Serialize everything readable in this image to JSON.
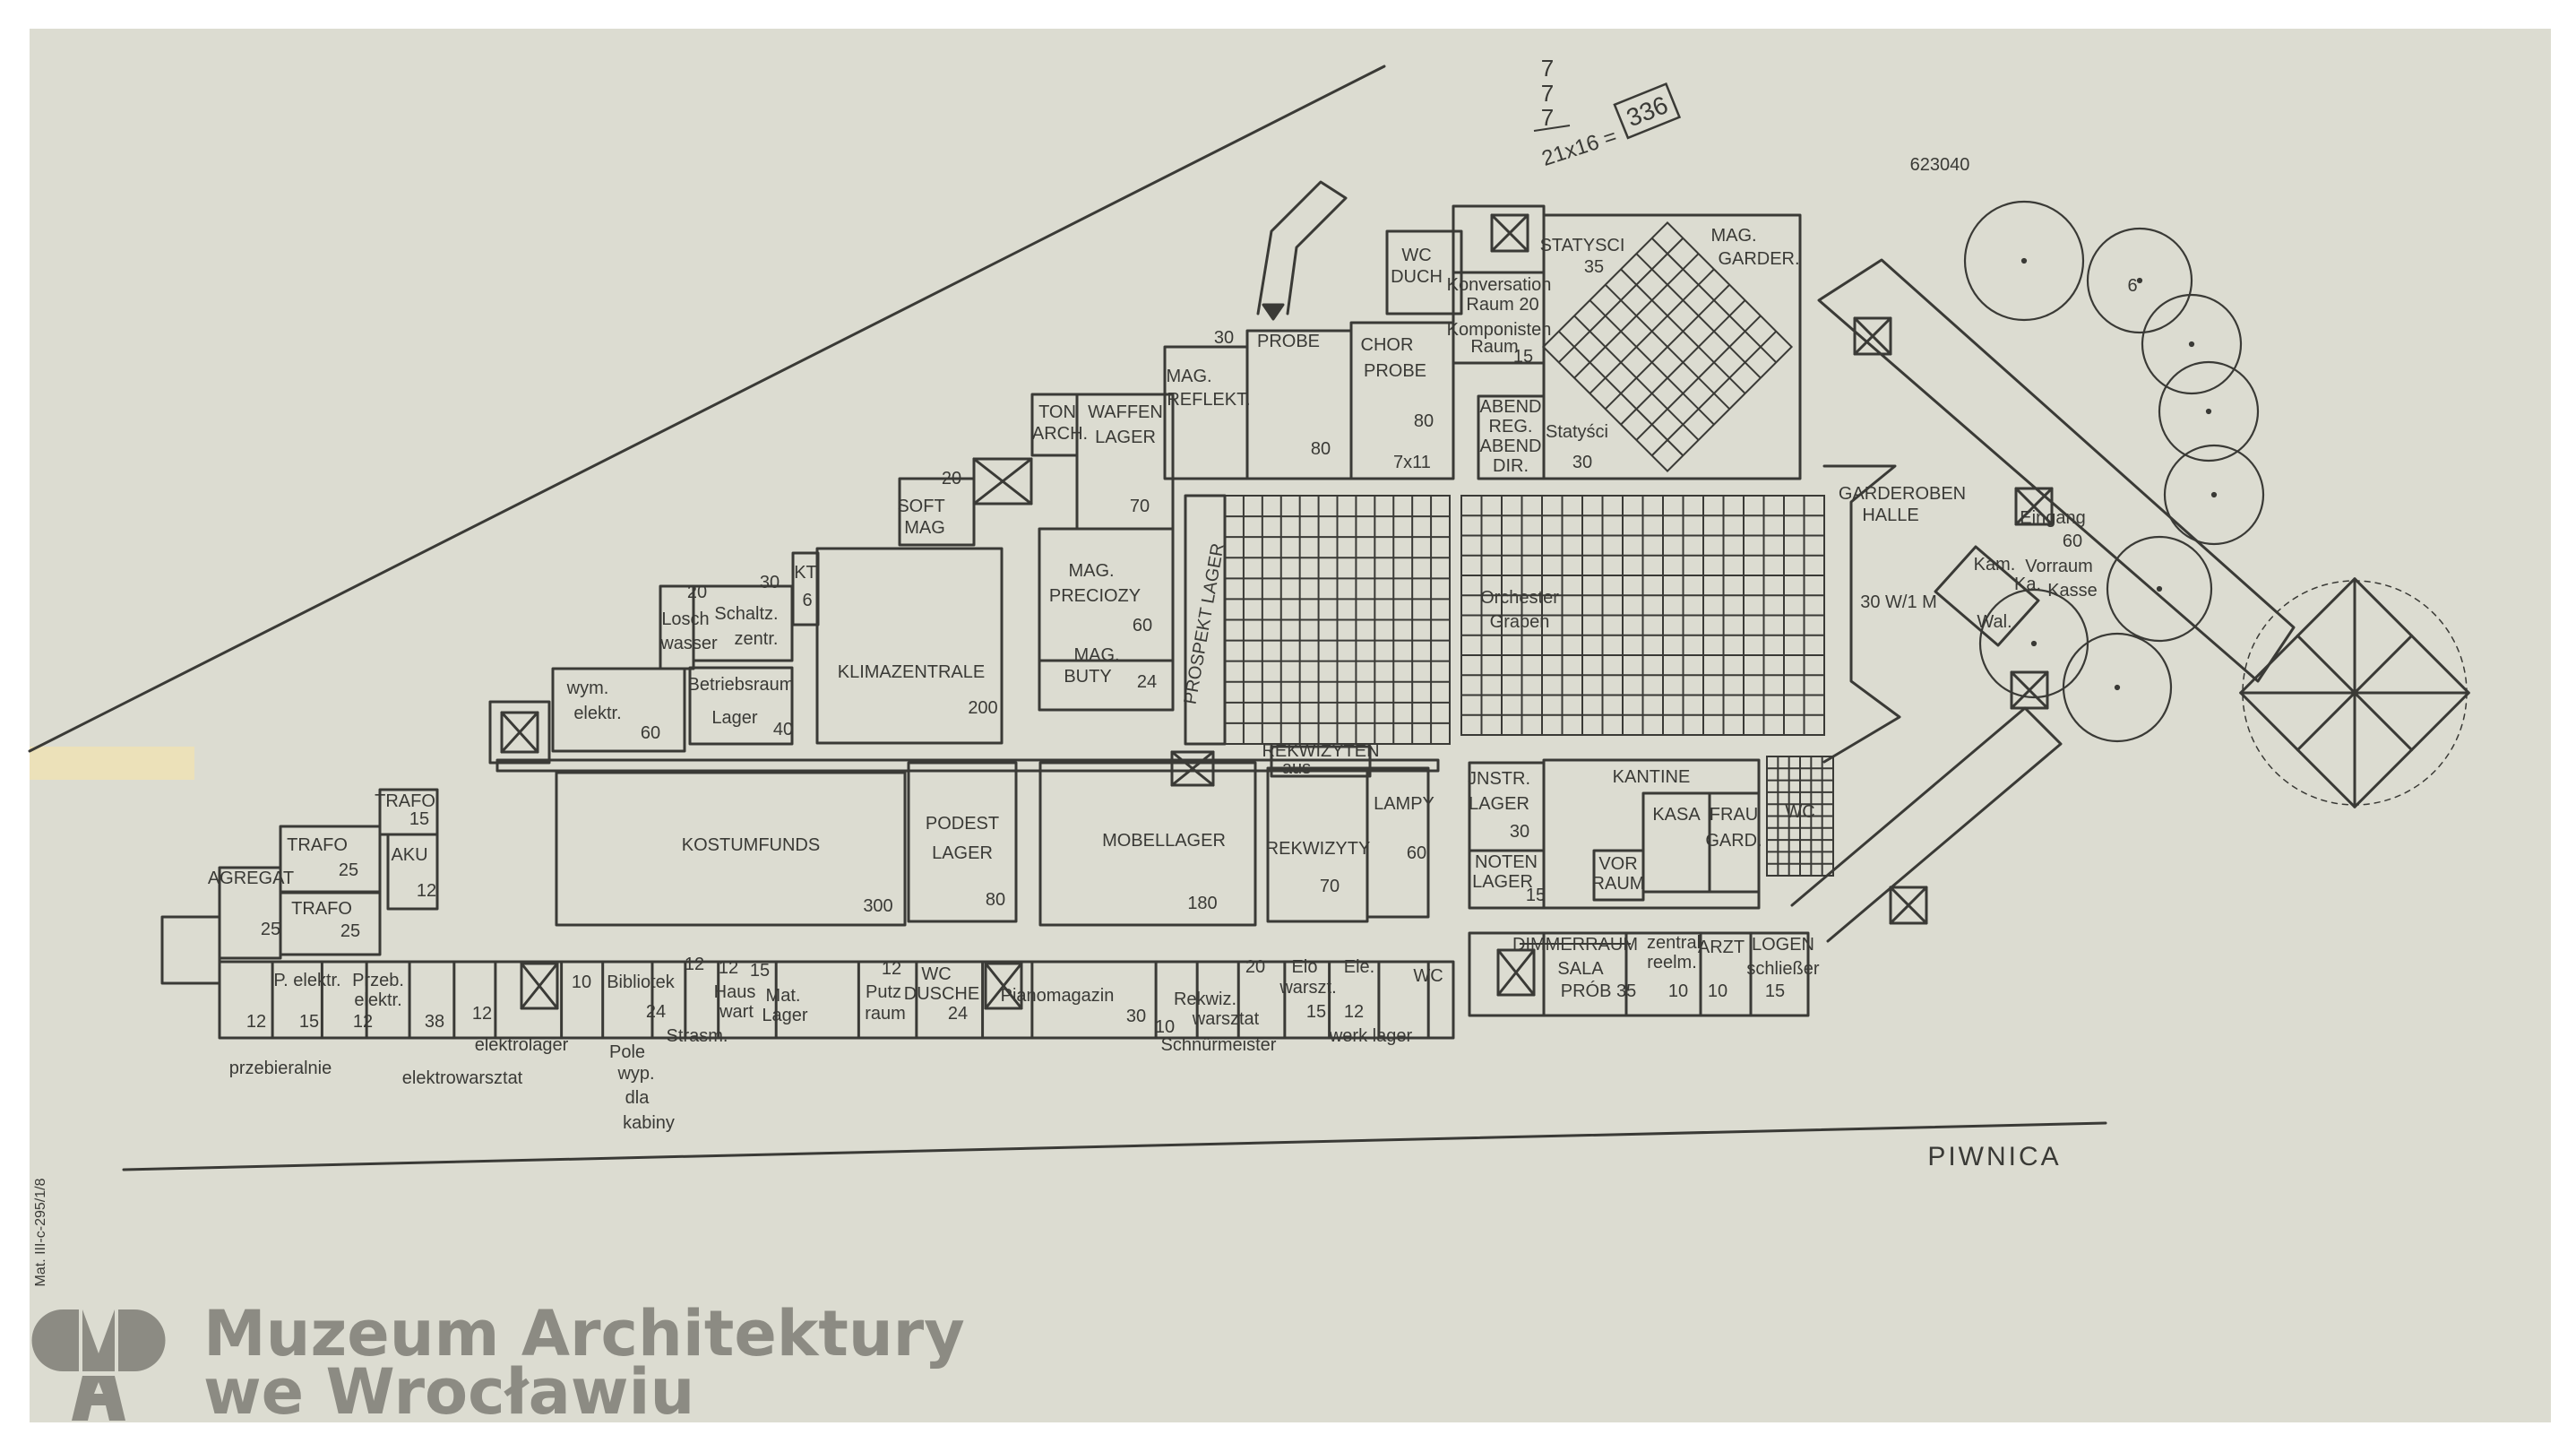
{
  "museum_logo": {
    "mark_letters": "MA",
    "line1": "Muzeum Architektury",
    "line2": "we Wrocławiu",
    "color": "#8c8b83"
  },
  "sheet": {
    "paper_color": "#dcdcd1",
    "ink_color": "#3a3a36",
    "tape_color": "#efe2b5",
    "title": "PIWNICA",
    "catalog_number": "623040",
    "archive_mark": "Mat. III-c-295/1/8",
    "calc_lines": [
      "7",
      "7",
      "7",
      "21x16 ="
    ],
    "calc_result": "336",
    "tree_note": "6"
  },
  "labels": [
    "KOSTUMFUNDS",
    "300",
    "PODEST",
    "LAGER",
    "80",
    "MOBELLAGER",
    "180",
    "REKWIZYTY",
    "70",
    "REKWIZYTEN",
    "aus",
    "LAMPY",
    "60",
    "KLIMAZENTRALE",
    "200",
    "Betriebsraum",
    "Lager",
    "40",
    "wym.",
    "elektr.",
    "60",
    "20",
    "Losch",
    "wasser",
    "30",
    "Schaltz.",
    "zentr.",
    "KT",
    "6",
    "20",
    "SOFT",
    "MAG",
    "TON",
    "ARCH.",
    "WAFFEN",
    "LAGER",
    "70",
    "MAG.",
    "PRECIOZY",
    "60",
    "MAG.",
    "BUTY",
    "24",
    "MAG.",
    "REFLEKT.",
    "30",
    "PROBE",
    "80",
    "CHOR",
    "PROBE",
    "80",
    "7x11",
    "Orchester",
    "Graben",
    "WC",
    "DUCH",
    "Konversation",
    "Raum 20",
    "Komponisten",
    "Raum",
    "15",
    "ABEND",
    "REG.",
    "ABEND",
    "DIR.",
    "STATYSCI",
    "35",
    "MAG.",
    "GARDER.",
    "Statyści",
    "30",
    "JNSTR.",
    "LAGER",
    "30",
    "NOTEN",
    "LAGER",
    "15",
    "KANTINE",
    "KASA",
    "FRAU",
    "GARD.",
    "VOR",
    "RAUM",
    "WC",
    "DIMMERRAUM",
    "SALA",
    "PRÓB 35",
    "zentral",
    "reelm.",
    "10",
    "ARZT",
    "10",
    "LOGEN",
    "schließer",
    "15",
    "12",
    "P. elektr.",
    "15",
    "Przeb.",
    "elektr.",
    "12",
    "38",
    "12",
    "10",
    "Bibliotek",
    "24",
    "12",
    "Strasm.",
    "12",
    "Haus",
    "wart",
    "15",
    "Mat.",
    "Lager",
    "12",
    "Putz",
    "raum",
    "WC",
    "DUSCHE",
    "24",
    "Pianomagazin",
    "30",
    "10",
    "Rekwiz.",
    "warsztat",
    "20",
    "Elo",
    "warszt.",
    "15",
    "Ele.",
    "werk lager",
    "12",
    "WC",
    "przebieralnie",
    "elektrowarsztat",
    "elektrolager",
    "Pole",
    "wyp.",
    "dla",
    "kabiny",
    "Schnürmeister",
    "AGREGAT",
    "25",
    "TRAFO",
    "25",
    "TRAFO",
    "25",
    "TRAFO",
    "15",
    "AKU",
    "12",
    "GARDEROBEN",
    "HALLE",
    "30 W/1 M",
    "Eingang",
    "60",
    "Vorraum",
    "Kasse",
    "Kam.",
    "Ka.",
    "Wal."
  ],
  "vertical_labels": [
    "PROSPEKT LAGER"
  ]
}
